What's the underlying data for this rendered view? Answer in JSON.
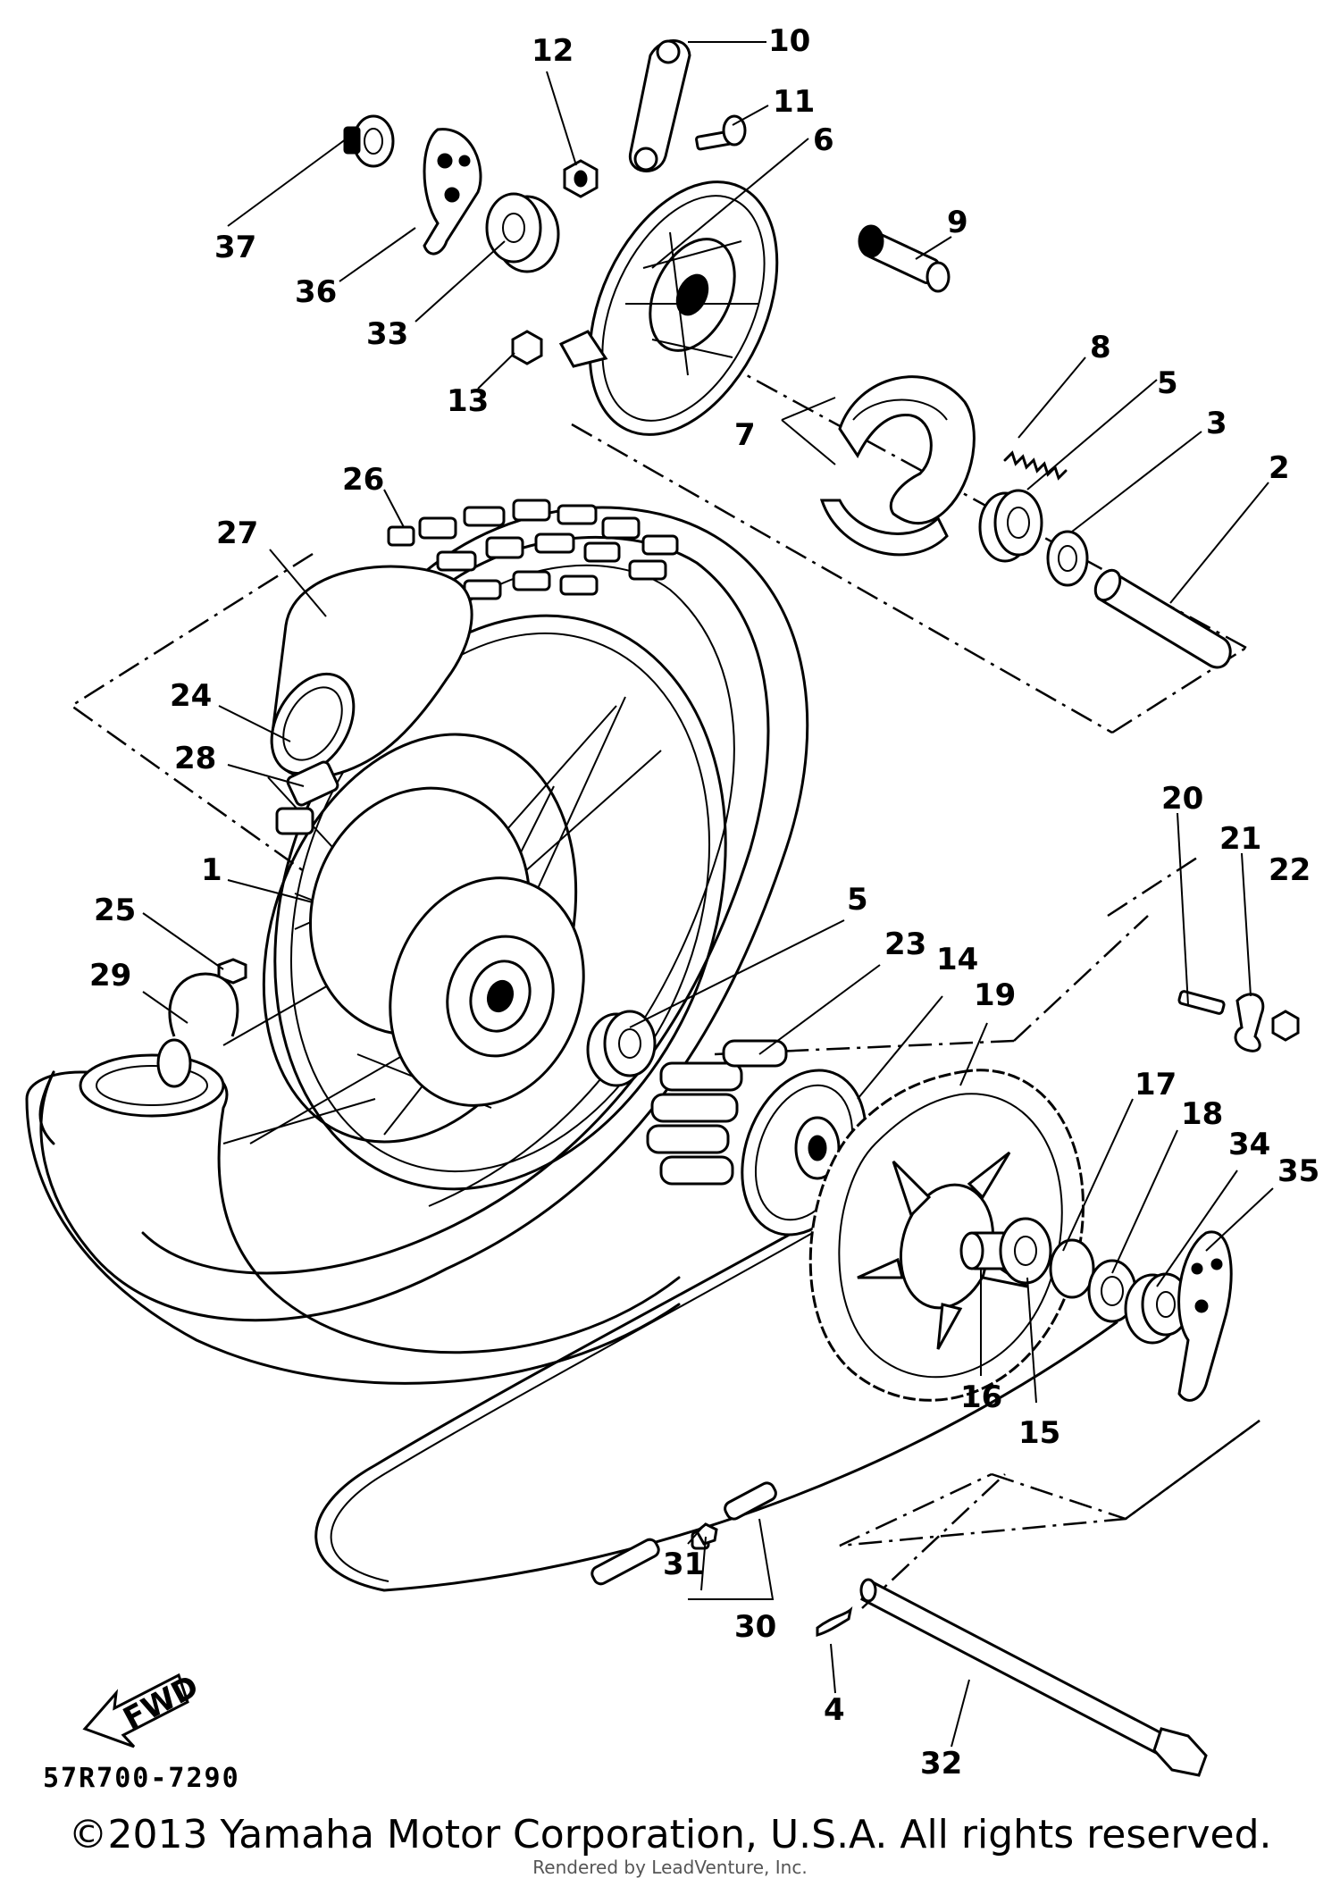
{
  "diagram": {
    "drawing_code": "57R700-7290",
    "fwd_label": "FWD",
    "copyright": "©2013 Yamaha Motor Corporation, U.S.A. All rights reserved.",
    "render_note": "Rendered by LeadVenture, Inc.",
    "parts": [
      {
        "id": "p1",
        "label": "1"
      },
      {
        "id": "p2",
        "label": "2"
      },
      {
        "id": "p3",
        "label": "3"
      },
      {
        "id": "p4",
        "label": "4"
      },
      {
        "id": "p5a",
        "label": "5"
      },
      {
        "id": "p5b",
        "label": "5"
      },
      {
        "id": "p6",
        "label": "6"
      },
      {
        "id": "p7",
        "label": "7"
      },
      {
        "id": "p8",
        "label": "8"
      },
      {
        "id": "p9",
        "label": "9"
      },
      {
        "id": "p10",
        "label": "10"
      },
      {
        "id": "p11",
        "label": "11"
      },
      {
        "id": "p12",
        "label": "12"
      },
      {
        "id": "p13",
        "label": "13"
      },
      {
        "id": "p14",
        "label": "14"
      },
      {
        "id": "p15",
        "label": "15"
      },
      {
        "id": "p16",
        "label": "16"
      },
      {
        "id": "p17",
        "label": "17"
      },
      {
        "id": "p18",
        "label": "18"
      },
      {
        "id": "p19",
        "label": "19"
      },
      {
        "id": "p20",
        "label": "20"
      },
      {
        "id": "p21",
        "label": "21"
      },
      {
        "id": "p22",
        "label": "22"
      },
      {
        "id": "p23",
        "label": "23"
      },
      {
        "id": "p24",
        "label": "24"
      },
      {
        "id": "p25",
        "label": "25"
      },
      {
        "id": "p26",
        "label": "26"
      },
      {
        "id": "p27",
        "label": "27"
      },
      {
        "id": "p28",
        "label": "28"
      },
      {
        "id": "p29",
        "label": "29"
      },
      {
        "id": "p30",
        "label": "30"
      },
      {
        "id": "p31",
        "label": "31"
      },
      {
        "id": "p32",
        "label": "32"
      },
      {
        "id": "p33",
        "label": "33"
      },
      {
        "id": "p34",
        "label": "34"
      },
      {
        "id": "p35",
        "label": "35"
      },
      {
        "id": "p36",
        "label": "36"
      },
      {
        "id": "p37",
        "label": "37"
      }
    ]
  }
}
